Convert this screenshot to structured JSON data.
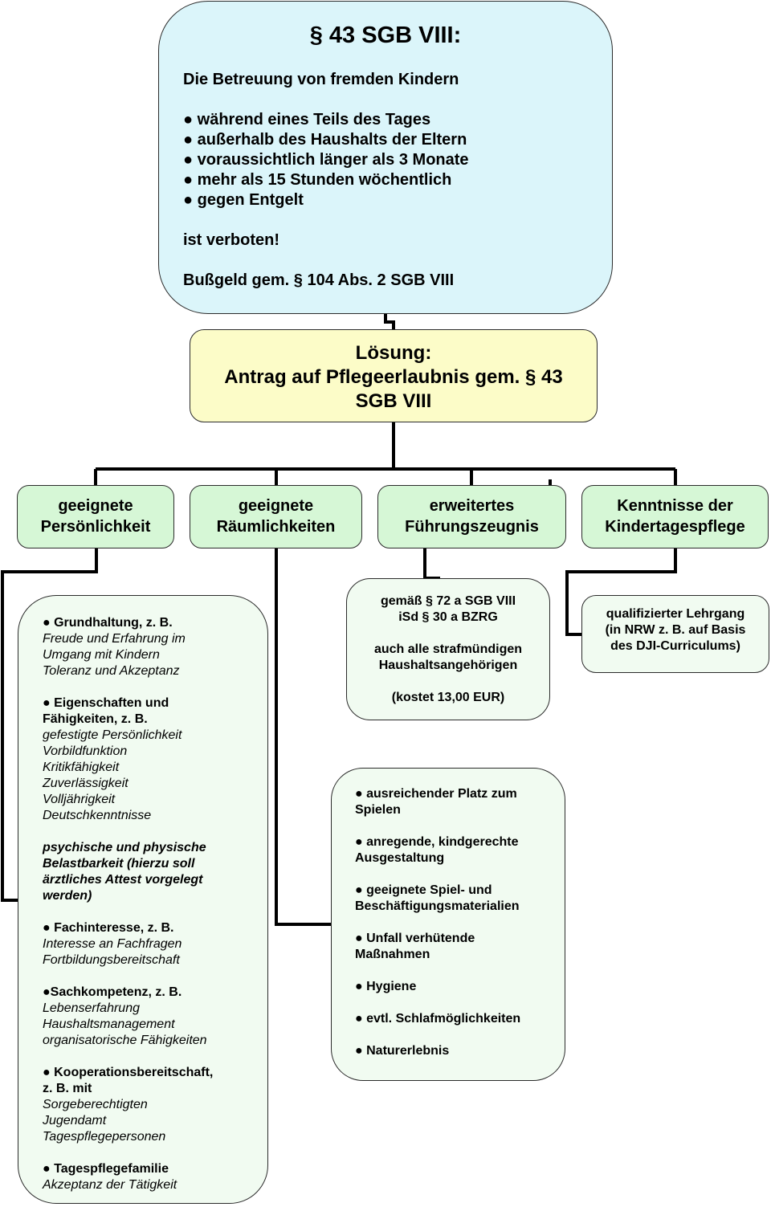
{
  "top_box": {
    "title": "§ 43 SGB VIII:",
    "intro": "Die Betreuung von fremden Kindern",
    "bullets": [
      "● während eines Teils des Tages",
      "● außerhalb des Haushalts der Eltern",
      "● voraussichtlich länger als 3 Monate",
      "● mehr als 15 Stunden wöchentlich",
      "● gegen Entgelt"
    ],
    "verdict": "ist verboten!",
    "fine": "Bußgeld gem. § 104 Abs. 2 SGB VIII"
  },
  "solution_box": {
    "line1": "Lösung:",
    "line2": "Antrag auf Pflegeerlaubnis gem. § 43",
    "line3": "SGB VIII"
  },
  "criteria": [
    {
      "line1": "geeignete",
      "line2": "Persönlichkeit"
    },
    {
      "line1": "geeignete",
      "line2": "Räumlichkeiten"
    },
    {
      "line1": "erweitertes",
      "line2": "Führungszeugnis"
    },
    {
      "line1": "Kenntnisse der",
      "line2": "Kindertagespflege"
    }
  ],
  "personality_box": {
    "sections": [
      {
        "heading": [
          "● Grundhaltung, z. B."
        ],
        "items": [
          "Freude und Erfahrung im",
          "Umgang mit Kindern",
          "Toleranz und Akzeptanz"
        ]
      },
      {
        "heading": [
          "● Eigenschaften und",
          "Fähigkeiten, z. B."
        ],
        "items": [
          "gefestigte Persönlichkeit",
          "Vorbildfunktion",
          "Kritikfähigkeit",
          "Zuverlässigkeit",
          "Volljährigkeit",
          "Deutschkenntnisse"
        ]
      },
      {
        "heading": [
          "psychische und physische",
          "Belastbarkeit (hierzu soll",
          "ärztliches Attest vorgelegt",
          "werden)"
        ],
        "items": []
      },
      {
        "heading": [
          "● Fachinteresse, z. B."
        ],
        "items": [
          "Interesse an Fachfragen",
          "Fortbildungsbereitschaft"
        ]
      },
      {
        "heading": [
          "●Sachkompetenz, z. B."
        ],
        "items": [
          "Lebenserfahrung",
          "Haushaltsmanagement",
          "organisatorische Fähigkeiten"
        ]
      },
      {
        "heading": [
          "● Kooperationsbereitschaft,",
          "z. B. mit"
        ],
        "items": [
          "Sorgeberechtigten",
          "Jugendamt",
          "Tagespflegepersonen"
        ]
      },
      {
        "heading": [
          "● Tagespflegefamilie"
        ],
        "items": [
          "Akzeptanz der Tätigkeit"
        ]
      }
    ]
  },
  "rooms_box": {
    "items": [
      [
        "● ausreichender Platz zum",
        "Spielen"
      ],
      [
        "● anregende, kindgerechte",
        "Ausgestaltung"
      ],
      [
        "● geeignete Spiel- und",
        "Beschäftigungsmaterialien"
      ],
      [
        "● Unfall verhütende",
        "Maßnahmen"
      ],
      [
        "● Hygiene"
      ],
      [
        "● evtl. Schlafmöglichkeiten"
      ],
      [
        "● Naturerlebnis"
      ]
    ]
  },
  "certificate_box": {
    "line1": "gemäß § 72 a SGB VIII",
    "line2": "iSd § 30 a BZRG",
    "line3": "auch alle strafmündigen",
    "line4": "Haushaltsangehörigen",
    "line5": "(kostet 13,00 EUR)"
  },
  "course_box": {
    "line1": "qualifizierter Lehrgang",
    "line2": "(in NRW z. B. auf Basis",
    "line3": "des DJI-Curriculums)"
  }
}
